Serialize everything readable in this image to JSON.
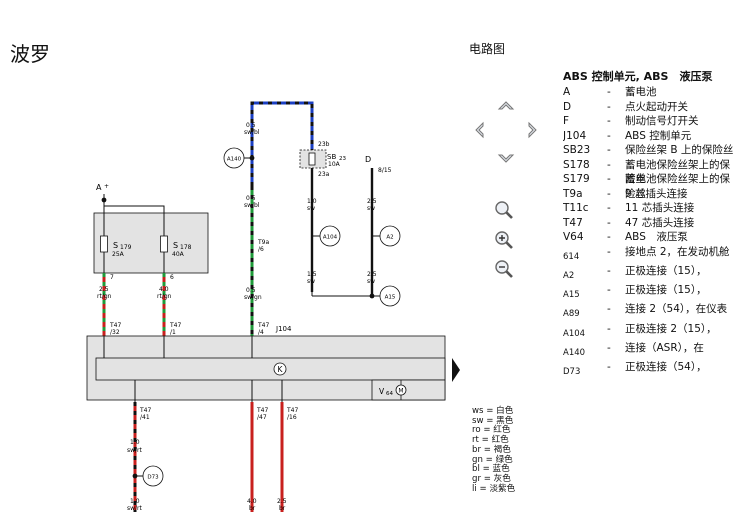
{
  "brand": "波罗",
  "doc_type": "电路图",
  "legend_title": "ABS 控制单元, ABS　液压泵",
  "legend": [
    {
      "code": "A",
      "desc": "蓄电池"
    },
    {
      "code": "D",
      "desc": "点火起动开关"
    },
    {
      "code": "F",
      "desc": "制动信号灯开关"
    },
    {
      "code": "J104",
      "desc": "ABS 控制单元"
    },
    {
      "code": "SB23",
      "desc": "保险丝架 B 上的保险丝"
    },
    {
      "code": "S178",
      "desc": "蓄电池保险丝架上的保险丝"
    },
    {
      "code": "S179",
      "desc": "蓄电池保险丝架上的保险丝"
    },
    {
      "code": "T9a",
      "desc": "9 芯插头连接"
    },
    {
      "code": "T11c",
      "desc": "11 芯插头连接"
    },
    {
      "code": "T47",
      "desc": "47 芯插头连接"
    },
    {
      "code": "V64",
      "desc": "ABS　液压泵"
    },
    {
      "code": "614",
      "desc": "接地点 2，在发动机舱"
    },
    {
      "code": "A2",
      "desc": "正极连接（15），"
    },
    {
      "code": "A15",
      "desc": "正极连接（15），"
    },
    {
      "code": "A89",
      "desc": "连接 2（54），在仪表"
    },
    {
      "code": "A104",
      "desc": "正极连接 2（15），"
    },
    {
      "code": "A140",
      "desc": "连接（ASR），在"
    },
    {
      "code": "D73",
      "desc": "正极连接（54），"
    }
  ],
  "color_codes": [
    "ws = 白色",
    "sw = 黑色",
    "ro = 红色",
    "rt = 红色",
    "br = 褐色",
    "gn = 绿色",
    "bl = 蓝色",
    "gr = 灰色",
    "li = 淡紫色"
  ],
  "nav": {
    "up": "up-arrow-icon",
    "left": "left-arrow-icon",
    "right": "right-arrow-icon",
    "down": "down-arrow-icon",
    "zoom_fit": "magnifier-icon",
    "zoom_in": "zoom-in-icon",
    "zoom_out": "zoom-out-icon"
  },
  "diagram": {
    "colors": {
      "red": "#c8201e",
      "green": "#1f9a3a",
      "blue": "#1b3fc2",
      "black": "#111111",
      "unit_fill": "#e3e3e3"
    },
    "battery": {
      "label": "A",
      "sign": "+"
    },
    "fuses": {
      "s179": {
        "name": "S",
        "sub": "179",
        "rating": "25A",
        "pin": "7"
      },
      "s178": {
        "name": "S",
        "sub": "178",
        "rating": "40A",
        "pin": "6"
      },
      "sb23": {
        "name": "SB",
        "sub": "23",
        "rating": "10A",
        "top": "23b",
        "bottom": "23a"
      }
    },
    "wires": {
      "w1": {
        "size": "2.5",
        "color": "rt/gn"
      },
      "w2": {
        "size": "4.0",
        "color": "rt/gn"
      },
      "w3": {
        "size": "0.5",
        "color": "sw/gn"
      },
      "w4": {
        "size": "1.0",
        "color": "sw/rt"
      },
      "w5": {
        "size": "4.0",
        "color": "br"
      },
      "w6": {
        "size": "2.5",
        "color": "br"
      },
      "bl_top": {
        "size": "0.5",
        "color": "sw/bl"
      },
      "bl_mid": {
        "size": "0.5",
        "color": "sw/bl"
      },
      "sb_out": {
        "size": "1.0",
        "color": "sw"
      },
      "d_out": {
        "size": "2.5",
        "color": "sw"
      },
      "sb_low": {
        "size": "1.5",
        "color": "sw"
      },
      "d_low": {
        "size": "2.5",
        "color": "sw"
      },
      "d73_low": {
        "size": "1.0",
        "color": "sw/rt"
      }
    },
    "switch_d": {
      "label": "D",
      "pin": "8/15"
    },
    "connectors": {
      "t47_32": {
        "name": "T47",
        "pin": "/32"
      },
      "t47_1": {
        "name": "T47",
        "pin": "/1"
      },
      "t47_4": {
        "name": "T47",
        "pin": "/4"
      },
      "t47_41": {
        "name": "T47",
        "pin": "/41"
      },
      "t47_47": {
        "name": "T47",
        "pin": "/47"
      },
      "t47_16": {
        "name": "T47",
        "pin": "/16"
      },
      "t9a": {
        "name": "T9a",
        "pin": "/6"
      }
    },
    "unit_label": "J104",
    "pump_label": "V",
    "pump_sub": "64",
    "pump_symbol": "M",
    "k_symbol": "K",
    "circles": [
      "A140",
      "A104",
      "A2",
      "A15",
      "D73"
    ]
  }
}
